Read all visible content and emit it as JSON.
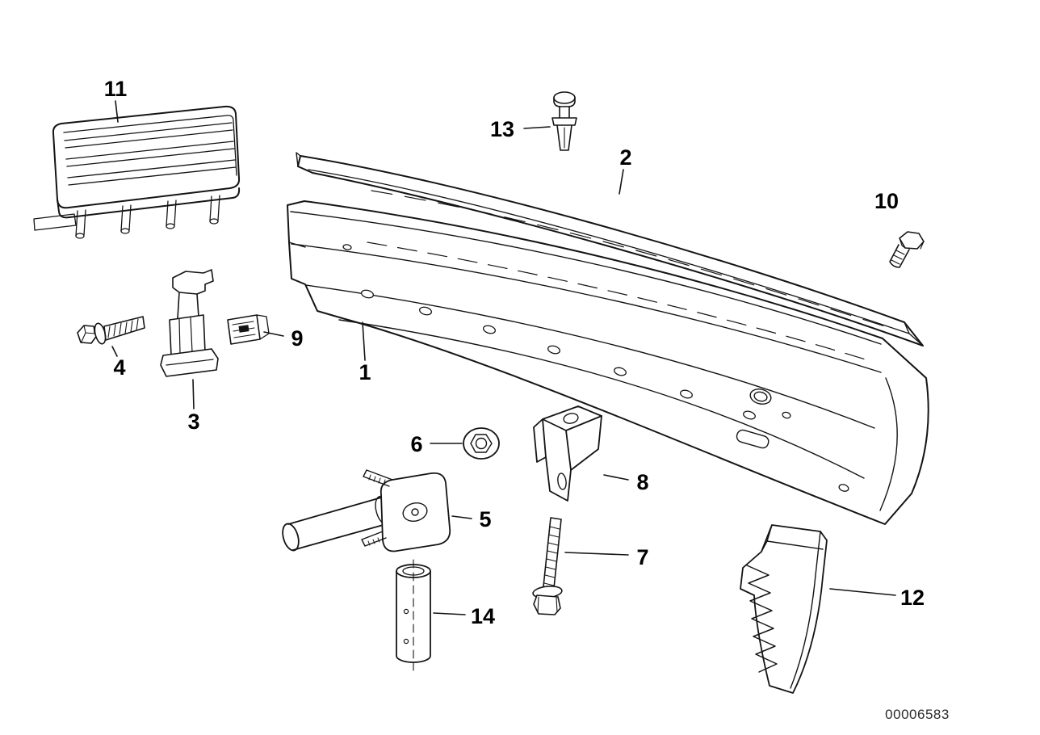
{
  "diagram": {
    "number": "00006583",
    "background_color": "#ffffff",
    "line_color": "#141414"
  },
  "callouts": [
    {
      "number": "1"
    },
    {
      "number": "2"
    },
    {
      "number": "3"
    },
    {
      "number": "4"
    },
    {
      "number": "5"
    },
    {
      "number": "6"
    },
    {
      "number": "7"
    },
    {
      "number": "8"
    },
    {
      "number": "9"
    },
    {
      "number": "10"
    },
    {
      "number": "11"
    },
    {
      "number": "12"
    },
    {
      "number": "13"
    },
    {
      "number": "14"
    }
  ]
}
